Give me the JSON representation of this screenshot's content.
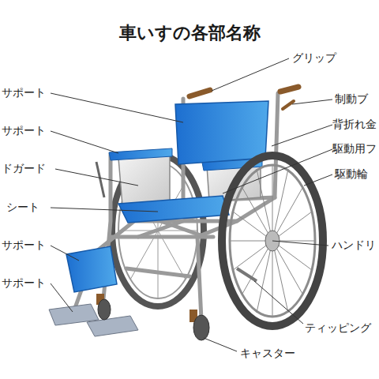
{
  "diagram": {
    "title": "車いすの各部名称",
    "labels": [
      "サポート",
      "サポート",
      "ドガード",
      "シート",
      "サポート",
      "サポート",
      "グリップ",
      "制動ブ",
      "背折れ金",
      "駆動用フ",
      "駆動輪",
      "ハンドリ",
      "ティッピング",
      "キャスター"
    ]
  }
}
